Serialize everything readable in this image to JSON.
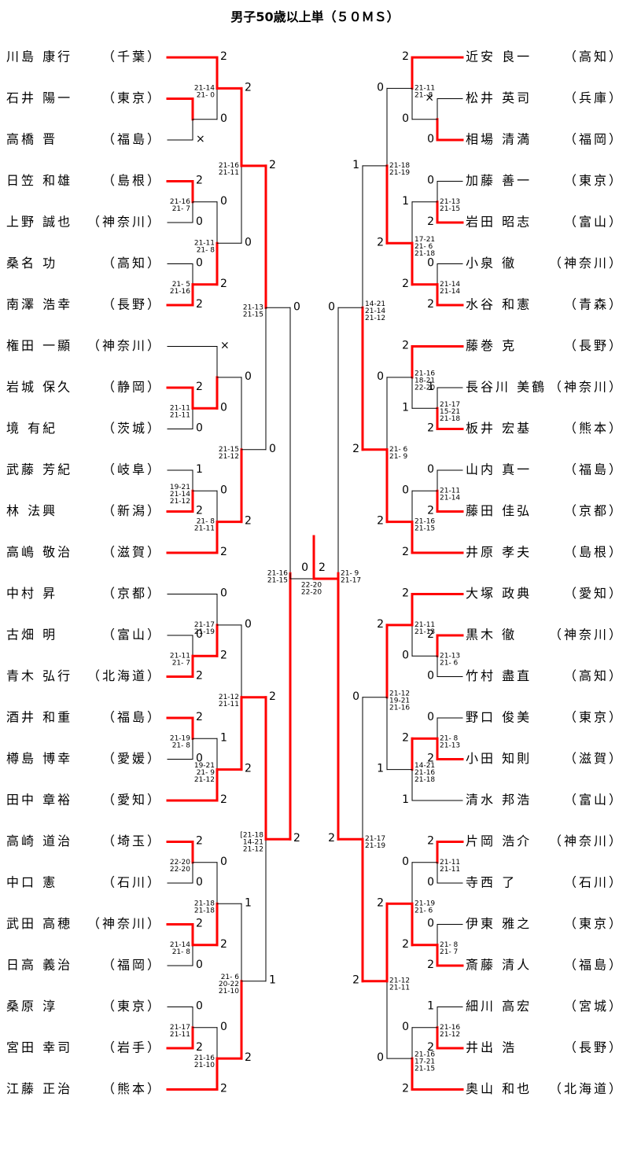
{
  "title": "男子50歳以上単（５０ＭＳ）",
  "colors": {
    "win": "#ff0000",
    "line": "#000000"
  },
  "left_players": [
    {
      "name": "川島 康行",
      "pref": "（千葉）"
    },
    {
      "name": "石井 陽一",
      "pref": "（東京）"
    },
    {
      "name": "高橋 晋",
      "pref": "（福島）"
    },
    {
      "name": "日笠 和雄",
      "pref": "（島根）"
    },
    {
      "name": "上野 誠也",
      "pref": "（神奈川）"
    },
    {
      "name": "桑名 功",
      "pref": "（高知）"
    },
    {
      "name": "南澤 浩幸",
      "pref": "（長野）"
    },
    {
      "name": "権田 一顯",
      "pref": "（神奈川）"
    },
    {
      "name": "岩城 保久",
      "pref": "（静岡）"
    },
    {
      "name": "境 有紀",
      "pref": "（茨城）"
    },
    {
      "name": "武藤 芳紀",
      "pref": "（岐阜）"
    },
    {
      "name": "林 法興",
      "pref": "（新潟）"
    },
    {
      "name": "高嶋 敬治",
      "pref": "（滋賀）"
    },
    {
      "name": "中村 昇",
      "pref": "（京都）"
    },
    {
      "name": "古畑 明",
      "pref": "（富山）"
    },
    {
      "name": "青木 弘行",
      "pref": "（北海道）"
    },
    {
      "name": "酒井 和重",
      "pref": "（福島）"
    },
    {
      "name": "樽島 博幸",
      "pref": "（愛媛）"
    },
    {
      "name": "田中 章裕",
      "pref": "（愛知）"
    },
    {
      "name": "高崎 道治",
      "pref": "（埼玉）"
    },
    {
      "name": "中口 憲",
      "pref": "（石川）"
    },
    {
      "name": "武田 高穂",
      "pref": "（神奈川）"
    },
    {
      "name": "日高 義治",
      "pref": "（福岡）"
    },
    {
      "name": "桑原 淳",
      "pref": "（東京）"
    },
    {
      "name": "宮田 幸司",
      "pref": "（岩手）"
    },
    {
      "name": "江藤 正治",
      "pref": "（熊本）"
    }
  ],
  "right_players": [
    {
      "name": "近安 良一",
      "pref": "（高知）"
    },
    {
      "name": "松井 英司",
      "pref": "（兵庫）"
    },
    {
      "name": "相場 清満",
      "pref": "（福岡）"
    },
    {
      "name": "加藤 善一",
      "pref": "（東京）"
    },
    {
      "name": "岩田 昭志",
      "pref": "（富山）"
    },
    {
      "name": "小泉 徹",
      "pref": "（神奈川）"
    },
    {
      "name": "水谷 和憲",
      "pref": "（青森）"
    },
    {
      "name": "藤巻 克",
      "pref": "（長野）"
    },
    {
      "name": "長谷川 美鶴",
      "pref": "（神奈川）"
    },
    {
      "name": "板井 宏基",
      "pref": "（熊本）"
    },
    {
      "name": "山内 真一",
      "pref": "（福島）"
    },
    {
      "name": "藤田 佳弘",
      "pref": "（京都）"
    },
    {
      "name": "井原 孝夫",
      "pref": "（島根）"
    },
    {
      "name": "大塚 政典",
      "pref": "（愛知）"
    },
    {
      "name": "黒木 徹",
      "pref": "（神奈川）"
    },
    {
      "name": "竹村 盡直",
      "pref": "（高知）"
    },
    {
      "name": "野口 俊美",
      "pref": "（東京）"
    },
    {
      "name": "小田 知則",
      "pref": "（滋賀）"
    },
    {
      "name": "清水 邦浩",
      "pref": "（富山）"
    },
    {
      "name": "片岡 浩介",
      "pref": "（神奈川）"
    },
    {
      "name": "寺西 了",
      "pref": "（石川）"
    },
    {
      "name": "伊東 雅之",
      "pref": "（東京）"
    },
    {
      "name": "斎藤 清人",
      "pref": "（福島）"
    },
    {
      "name": "細川 高宏",
      "pref": "（宮城）"
    },
    {
      "name": "井出 浩",
      "pref": "（長野）"
    },
    {
      "name": "奥山 和也",
      "pref": "（北海道）"
    }
  ],
  "left_matches": [
    {
      "id": "L1a",
      "a": 1,
      "b": 2,
      "wa": "",
      "wb": "×",
      "win": "a",
      "col": 0,
      "scores": []
    },
    {
      "id": "L1",
      "a": 0,
      "b": "L1a",
      "wa": "2",
      "wb": "0",
      "win": "a",
      "col": 1,
      "scores": [
        "21-14",
        "21- 0"
      ]
    },
    {
      "id": "L2",
      "a": 3,
      "b": 4,
      "wa": "2",
      "wb": "0",
      "win": "a",
      "col": 0,
      "scores": [
        "21-16",
        "21- 7"
      ]
    },
    {
      "id": "L3",
      "a": 5,
      "b": 6,
      "wa": "0",
      "wb": "2",
      "win": "b",
      "col": 0,
      "scores": [
        "21- 5",
        "21-16"
      ]
    },
    {
      "id": "L4",
      "a": "L2",
      "b": "L3",
      "wa": "0",
      "wb": "2",
      "win": "b",
      "col": 1,
      "scores": [
        "21-11",
        "21- 8"
      ]
    },
    {
      "id": "L5",
      "a": "L1",
      "b": "L4",
      "wa": "2",
      "wb": "0",
      "win": "a",
      "col": 2,
      "scores": [
        "21-16",
        "21-11"
      ]
    },
    {
      "id": "L6",
      "a": 8,
      "b": 9,
      "wa": "2",
      "wb": "0",
      "win": "a",
      "col": 0,
      "scores": [
        "21-11",
        "21-11"
      ]
    },
    {
      "id": "L7",
      "a": 7,
      "b": "L6",
      "wa": "×",
      "wb": "0",
      "win": "b",
      "col": 1,
      "scores": []
    },
    {
      "id": "L8",
      "a": 10,
      "b": 11,
      "wa": "1",
      "wb": "2",
      "win": "b",
      "col": 0,
      "scores": [
        "19-21",
        "21-14",
        "21-12"
      ]
    },
    {
      "id": "L9",
      "a": "L8",
      "b": 12,
      "wa": "0",
      "wb": "2",
      "win": "b",
      "col": 1,
      "scores": [
        "21- 8",
        "21-11"
      ]
    },
    {
      "id": "L10",
      "a": "L7",
      "b": "L9",
      "wa": "0",
      "wb": "2",
      "win": "b",
      "col": 2,
      "scores": [
        "21-15",
        "21-12"
      ]
    },
    {
      "id": "L11",
      "a": "L5",
      "b": "L10",
      "wa": "2",
      "wb": "0",
      "win": "a",
      "col": 3,
      "scores": [
        "21-13",
        "21-15"
      ]
    },
    {
      "id": "L12",
      "a": 14,
      "b": 15,
      "wa": "0",
      "wb": "2",
      "win": "b",
      "col": 0,
      "scores": [
        "21-11",
        "21- 7"
      ]
    },
    {
      "id": "L13",
      "a": 13,
      "b": "L12",
      "wa": "0",
      "wb": "2",
      "win": "b",
      "col": 1,
      "scores": [
        "21-17",
        "21-19"
      ]
    },
    {
      "id": "L14",
      "a": 16,
      "b": 17,
      "wa": "2",
      "wb": "0",
      "win": "a",
      "col": 0,
      "scores": [
        "21-19",
        "21- 8"
      ]
    },
    {
      "id": "L15",
      "a": "L14",
      "b": 18,
      "wa": "1",
      "wb": "2",
      "win": "b",
      "col": 1,
      "scores": [
        "19-21",
        "21- 9",
        "21-12"
      ]
    },
    {
      "id": "L16",
      "a": "L13",
      "b": "L15",
      "wa": "0",
      "wb": "2",
      "win": "b",
      "col": 2,
      "scores": [
        "21-12",
        "21-11"
      ]
    },
    {
      "id": "L17",
      "a": 19,
      "b": 20,
      "wa": "2",
      "wb": "0",
      "win": "a",
      "col": 0,
      "scores": [
        "22-20",
        "22-20"
      ]
    },
    {
      "id": "L18",
      "a": 21,
      "b": 22,
      "wa": "2",
      "wb": "0",
      "win": "a",
      "col": 0,
      "scores": [
        "21-14",
        "21- 8"
      ]
    },
    {
      "id": "L19",
      "a": "L17",
      "b": "L18",
      "wa": "0",
      "wb": "2",
      "win": "b",
      "col": 1,
      "scores": [
        "21-18",
        "21-18"
      ]
    },
    {
      "id": "L20",
      "a": 23,
      "b": 24,
      "wa": "0",
      "wb": "2",
      "win": "b",
      "col": 0,
      "scores": [
        "21-17",
        "21-11"
      ]
    },
    {
      "id": "L21",
      "a": "L20",
      "b": 25,
      "wa": "0",
      "wb": "2",
      "win": "b",
      "col": 1,
      "scores": [
        "21-16",
        "21-10"
      ]
    },
    {
      "id": "L22",
      "a": "L19",
      "b": "L21",
      "wa": "1",
      "wb": "2",
      "win": "b",
      "col": 2,
      "scores": [
        "21- 6",
        "20-22",
        "21-10"
      ]
    },
    {
      "id": "L23",
      "a": "L16",
      "b": "L22",
      "wa": "2",
      "wb": "1",
      "win": "a",
      "col": 3,
      "scores": [
        "[21-18",
        "14-21",
        "21-12"
      ]
    },
    {
      "id": "L24",
      "a": "L11",
      "b": "L23",
      "wa": "0",
      "wb": "2",
      "win": "b",
      "col": 4,
      "scores": [
        "21-16",
        "21-15"
      ]
    }
  ],
  "right_matches": [
    {
      "id": "R1a",
      "a": 1,
      "b": 2,
      "wa": "×",
      "wb": "0",
      "win": "b",
      "col": 0,
      "scores": []
    },
    {
      "id": "R1",
      "a": 0,
      "b": "R1a",
      "wa": "2",
      "wb": "0",
      "win": "a",
      "col": 1,
      "scores": [
        "21-11",
        "21- 8"
      ]
    },
    {
      "id": "R2",
      "a": 3,
      "b": 4,
      "wa": "0",
      "wb": "2",
      "win": "b",
      "col": 0,
      "scores": [
        "21-13",
        "21-15"
      ]
    },
    {
      "id": "R3",
      "a": 5,
      "b": 6,
      "wa": "0",
      "wb": "2",
      "win": "b",
      "col": 0,
      "scores": [
        "21-14",
        "21-14"
      ]
    },
    {
      "id": "R4",
      "a": "R2",
      "b": "R3",
      "wa": "1",
      "wb": "2",
      "win": "b",
      "col": 1,
      "scores": [
        "17-21",
        "21- 6",
        "21-18"
      ]
    },
    {
      "id": "R5",
      "a": "R1",
      "b": "R4",
      "wa": "0",
      "wb": "2",
      "win": "b",
      "col": 2,
      "scores": [
        "21-18",
        "21-19"
      ]
    },
    {
      "id": "R6",
      "a": 8,
      "b": 9,
      "wa": "1",
      "wb": "2",
      "win": "b",
      "col": 0,
      "scores": [
        "21-17",
        "15-21",
        "21-18"
      ]
    },
    {
      "id": "R7",
      "a": 7,
      "b": "R6",
      "wa": "2",
      "wb": "1",
      "win": "a",
      "col": 1,
      "scores": [
        "21-16",
        "18-21",
        "22-20"
      ]
    },
    {
      "id": "R8",
      "a": 10,
      "b": 11,
      "wa": "0",
      "wb": "2",
      "win": "b",
      "col": 0,
      "scores": [
        "21-11",
        "21-14"
      ]
    },
    {
      "id": "R9",
      "a": "R8",
      "b": 12,
      "wa": "0",
      "wb": "2",
      "win": "b",
      "col": 1,
      "scores": [
        "21-16",
        "21-15"
      ]
    },
    {
      "id": "R10",
      "a": "R7",
      "b": "R9",
      "wa": "0",
      "wb": "2",
      "win": "b",
      "col": 2,
      "scores": [
        "21- 6",
        "21- 9"
      ]
    },
    {
      "id": "R11",
      "a": "R5",
      "b": "R10",
      "wa": "1",
      "wb": "2",
      "win": "b",
      "col": 3,
      "scores": [
        "14-21",
        "21-14",
        "21-12"
      ]
    },
    {
      "id": "R12",
      "a": 14,
      "b": 15,
      "wa": "2",
      "wb": "0",
      "win": "a",
      "col": 0,
      "scores": [
        "21-13",
        "21- 6"
      ]
    },
    {
      "id": "R13",
      "a": 13,
      "b": "R12",
      "wa": "2",
      "wb": "0",
      "win": "a",
      "col": 1,
      "scores": [
        "21-11",
        "21-13"
      ]
    },
    {
      "id": "R14",
      "a": 16,
      "b": 17,
      "wa": "0",
      "wb": "2",
      "win": "b",
      "col": 0,
      "scores": [
        "21- 8",
        "21-13"
      ]
    },
    {
      "id": "R15",
      "a": "R14",
      "b": 18,
      "wa": "2",
      "wb": "1",
      "win": "a",
      "col": 1,
      "scores": [
        "14-21",
        "21-16",
        "21-18"
      ]
    },
    {
      "id": "R16",
      "a": "R13",
      "b": "R15",
      "wa": "2",
      "wb": "1",
      "win": "a",
      "col": 2,
      "scores": [
        "21-12",
        "19-21",
        "21-16"
      ]
    },
    {
      "id": "R17",
      "a": 19,
      "b": 20,
      "wa": "2",
      "wb": "0",
      "win": "a",
      "col": 0,
      "scores": [
        "21-11",
        "21-11"
      ]
    },
    {
      "id": "R18",
      "a": 21,
      "b": 22,
      "wa": "0",
      "wb": "2",
      "win": "b",
      "col": 0,
      "scores": [
        "21- 8",
        "21- 7"
      ]
    },
    {
      "id": "R19",
      "a": "R17",
      "b": "R18",
      "wa": "0",
      "wb": "2",
      "win": "b",
      "col": 1,
      "scores": [
        "21-19",
        "21- 6"
      ]
    },
    {
      "id": "R20",
      "a": 23,
      "b": 24,
      "wa": "1",
      "wb": "2",
      "win": "b",
      "col": 0,
      "scores": [
        "21-16",
        "21-12"
      ]
    },
    {
      "id": "R21",
      "a": "R20",
      "b": 25,
      "wa": "0",
      "wb": "2",
      "win": "b",
      "col": 1,
      "scores": [
        "21-16",
        "17-21",
        "21-15"
      ]
    },
    {
      "id": "R22",
      "a": "R19",
      "b": "R21",
      "wa": "2",
      "wb": "0",
      "win": "a",
      "col": 2,
      "scores": [
        "21-12",
        "21-11"
      ]
    },
    {
      "id": "R23",
      "a": "R16",
      "b": "R22",
      "wa": "0",
      "wb": "2",
      "win": "b",
      "col": 3,
      "scores": [
        "21-17",
        "21-19"
      ]
    },
    {
      "id": "R24",
      "a": "R11",
      "b": "R23",
      "wa": "0",
      "wb": "2",
      "win": "b",
      "col": 4,
      "scores": [
        "21- 9",
        "21-17"
      ]
    }
  ],
  "final": {
    "left_games": "0",
    "right_games": "2",
    "win": "right",
    "scores": [
      "22-20",
      "22-20"
    ]
  }
}
